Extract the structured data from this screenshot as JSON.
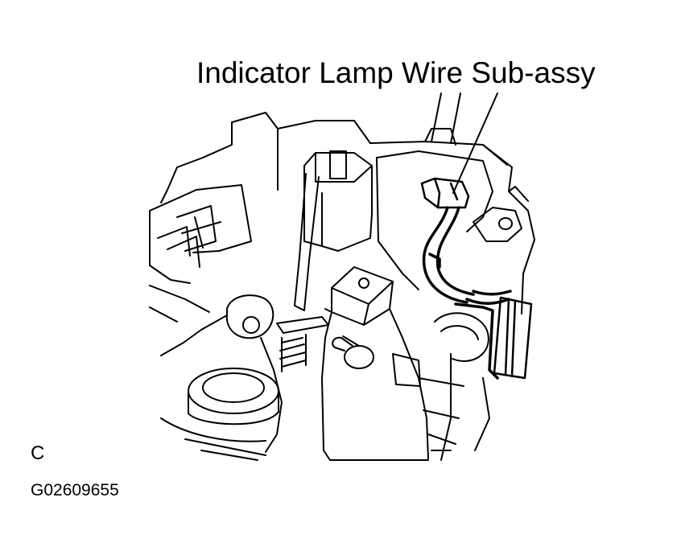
{
  "diagram": {
    "callout_label": "Indicator Lamp Wire Sub-assy",
    "view_letter": "C",
    "figure_code": "G02609655"
  }
}
